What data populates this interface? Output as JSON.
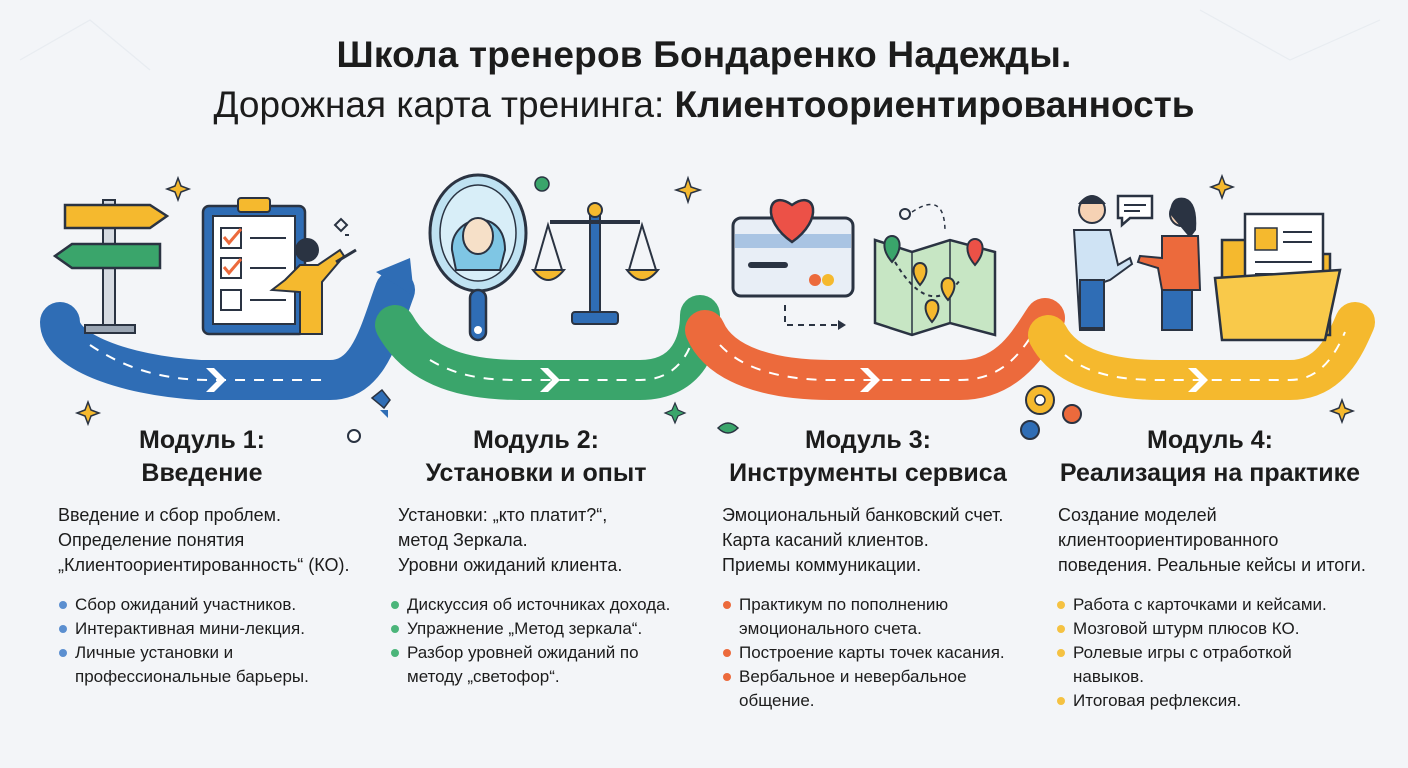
{
  "header": {
    "title_line1": "Школа тренеров Бондаренко Надежды.",
    "title_line2_prefix": "Дорожная карта тренинга: ",
    "title_line2_bold": "Клиентоориентированность"
  },
  "colors": {
    "blue": "#2f6db5",
    "green": "#3aa56b",
    "orange": "#ec6a3c",
    "yellow": "#f5b92e"
  },
  "modules": [
    {
      "number_label": "Модуль 1:",
      "name": "Введение",
      "intro": [
        "Введение и сбор проблем.",
        "Определение понятия",
        "„Клиентоориентированность“ (КО)."
      ],
      "bullets": [
        [
          "Сбор ожиданий участников."
        ],
        [
          "Интерактивная мини-лекция."
        ],
        [
          "Личные установки и",
          "профессиональные барьеры."
        ]
      ],
      "icons": [
        "signpost-icon",
        "checklist-clipboard-icon",
        "presenter-icon"
      ]
    },
    {
      "number_label": "Модуль 2:",
      "name": "Установки и опыт",
      "intro": [
        "Установки: „кто платит?“,",
        "метод Зеркала.",
        "Уровни ожиданий клиента."
      ],
      "bullets": [
        [
          "Дискуссия об источниках дохода."
        ],
        [
          "Упражнение „Метод зеркала“."
        ],
        [
          "Разбор уровней ожиданий по",
          "методу „светофор“."
        ]
      ],
      "icons": [
        "mirror-icon",
        "scales-icon"
      ]
    },
    {
      "number_label": "Модуль 3:",
      "name": "Инструменты сервиса",
      "intro": [
        "Эмоциональный банковский счет.",
        "Карта касаний клиентов.",
        "Приемы коммуникации."
      ],
      "bullets": [
        [
          "Практикум по пополнению",
          "эмоционального счета."
        ],
        [
          "Построение карты точек касания."
        ],
        [
          "Вербальное и невербальное",
          "общение."
        ]
      ],
      "icons": [
        "heart-card-icon",
        "map-pins-icon"
      ]
    },
    {
      "number_label": "Модуль 4:",
      "name": "Реализация на практике",
      "intro": [
        "Создание моделей",
        "клиентоориентированного",
        "поведения. Реальные кейсы и итоги."
      ],
      "bullets": [
        [
          "Работа с карточками и кейсами."
        ],
        [
          "Мозговой штурм плюсов КО."
        ],
        [
          "Ролевые игры с отработкой",
          "навыков."
        ],
        [
          "Итоговая рефлексия."
        ]
      ],
      "icons": [
        "people-dialog-icon",
        "folder-documents-icon"
      ]
    }
  ]
}
